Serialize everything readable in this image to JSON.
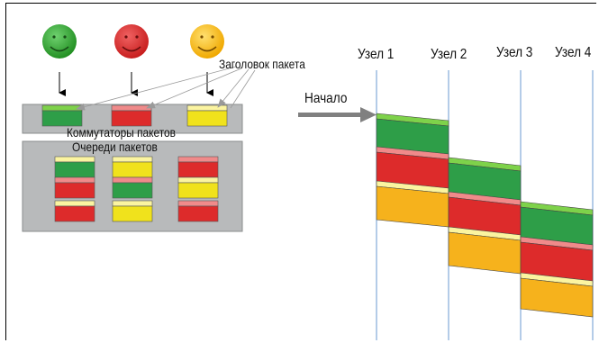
{
  "labels": {
    "header": "Заголовок пакета",
    "switches": "Коммутаторы пакетов",
    "queues": "Очереди пакетов",
    "start": "Начало"
  },
  "nodes": [
    "Узел 1",
    "Узел 2",
    "Узел 3",
    "Узел 4"
  ],
  "users": [
    {
      "face": "smiley-green-icon",
      "color": "#3bab3b"
    },
    {
      "face": "smiley-red-icon",
      "color": "#dd2b2b"
    },
    {
      "face": "smiley-yellow-icon",
      "color": "#f8c21c"
    }
  ],
  "colors": {
    "green": "#2e9e48",
    "green_header": "#7ed24a",
    "red": "#dd2b2b",
    "red_header": "#f08a8a",
    "yellow": "#f0e21c",
    "yellow_header": "#fbf4a0",
    "orange": "#f6b21c",
    "panel": "#b8babb",
    "node_line": "#6a9ad0",
    "arrow": "#808080"
  }
}
